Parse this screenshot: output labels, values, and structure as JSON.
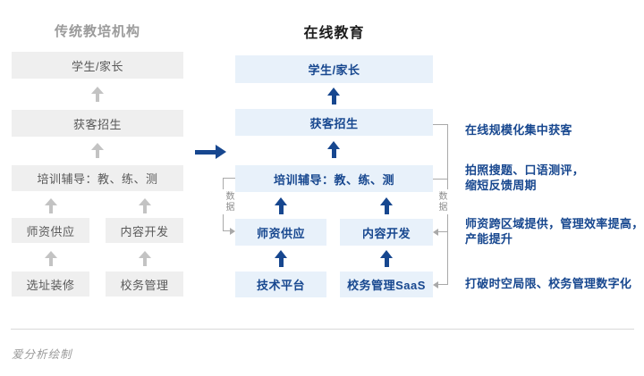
{
  "headers": {
    "left": "传统教培机构",
    "right": "在线教育"
  },
  "left_column": {
    "rows": [
      "学生/家长",
      "获客招生",
      "培训辅导：教、练、测",
      "师资供应",
      "内容开发",
      "选址装修",
      "校务管理"
    ]
  },
  "right_column": {
    "rows": [
      "学生/家长",
      "获客招生",
      "培训辅导：教、练、测",
      "师资供应",
      "内容开发",
      "技术平台",
      "校务管理SaaS"
    ]
  },
  "data_flow": {
    "left_label": "数据",
    "right_label": "数据"
  },
  "annotations": [
    {
      "text": "在线规模化集中获客"
    },
    {
      "text": "拍照搜题、口语测评，\n缩短反馈周期"
    },
    {
      "text": "师资跨区域提供，管理效率提高，\n产能提升"
    },
    {
      "text": "打破时空局限、校务管理数字化"
    }
  ],
  "footer": {
    "credit": "爱分析绘制"
  },
  "colors": {
    "navy": "#17478f",
    "box_blue_bg": "#e8f1fa",
    "box_gray_bg": "#efefef",
    "gray_text": "#595959",
    "title_gray": "#9b9b9b",
    "connector_gray": "#a9a9a9"
  }
}
